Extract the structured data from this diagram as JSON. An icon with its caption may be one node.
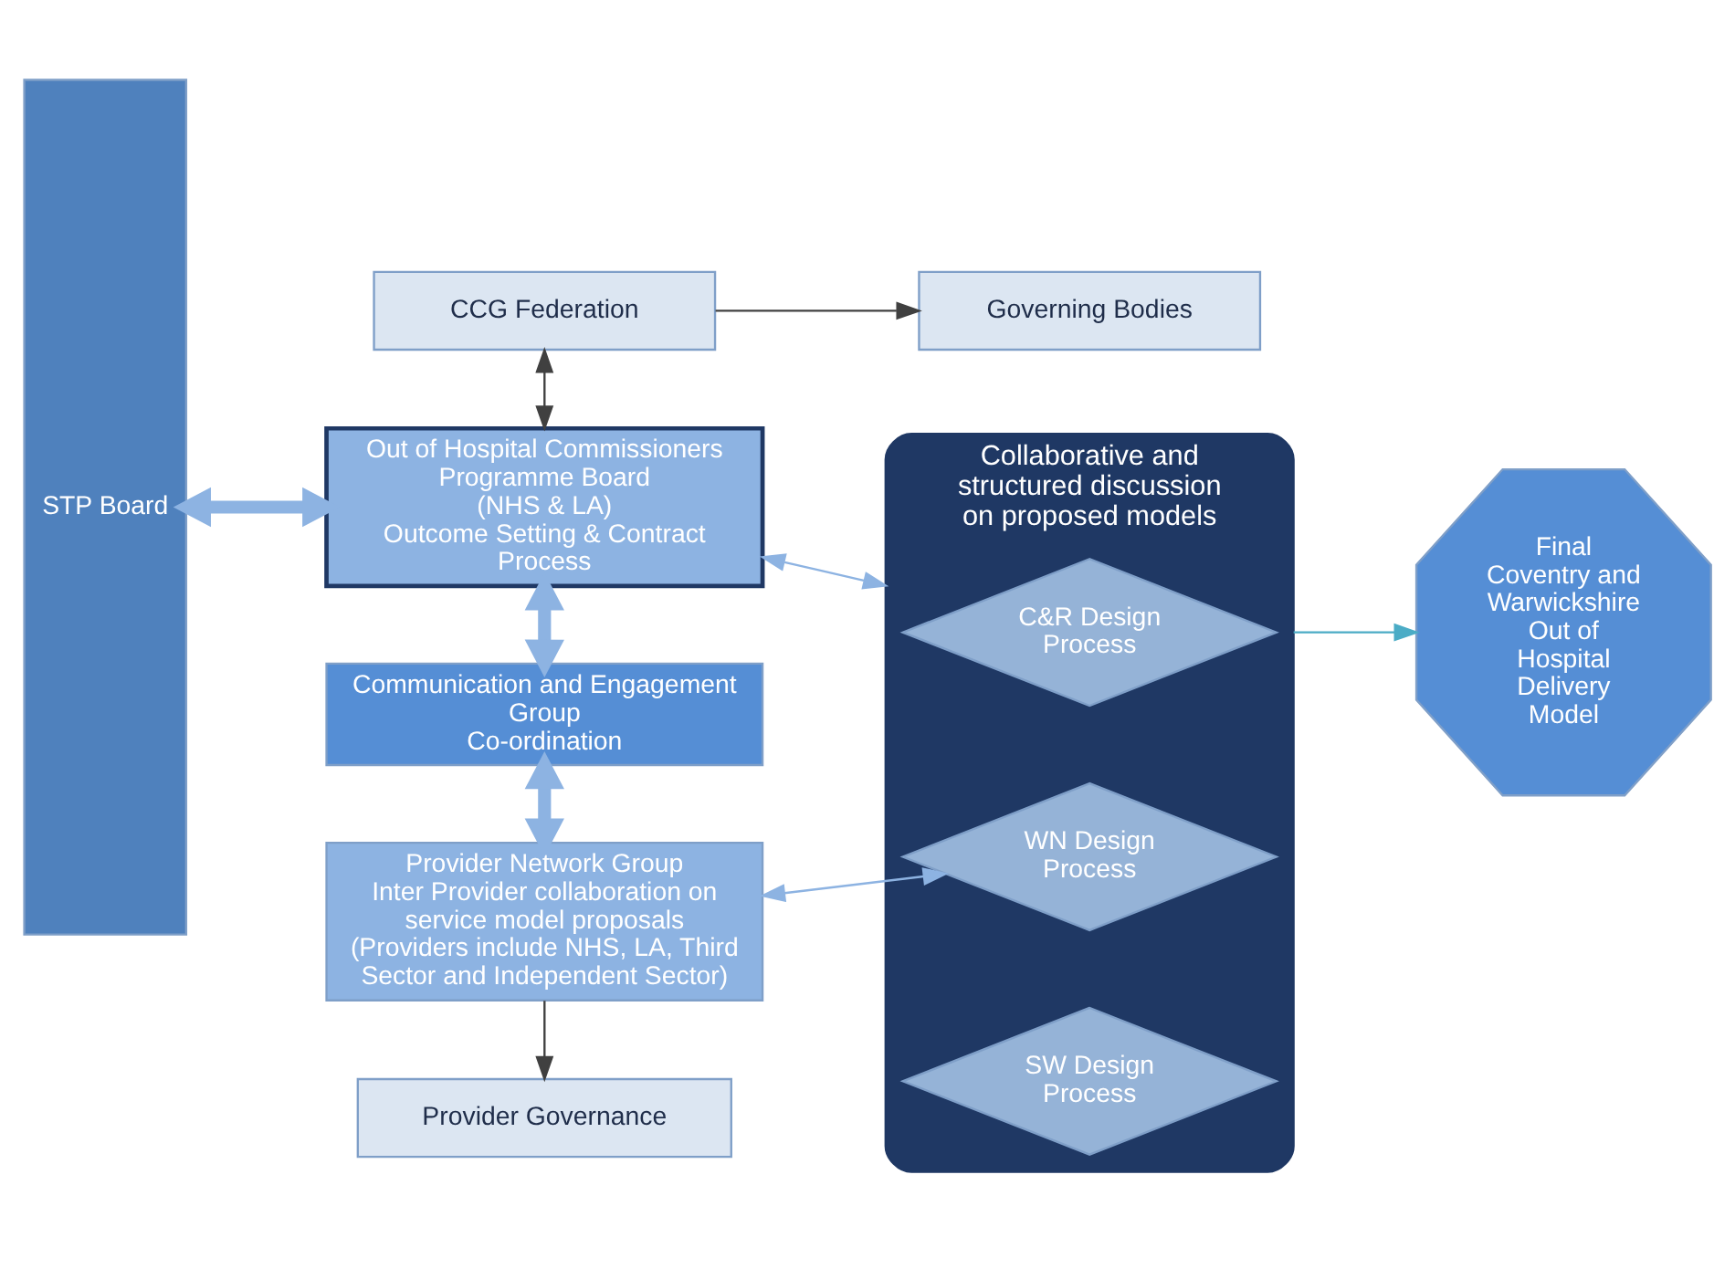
{
  "diagram": {
    "nodes": [
      {
        "text": [
          "STP Board"
        ]
      },
      {
        "text": [
          "CCG Federation"
        ]
      },
      {
        "text": [
          "Governing Bodies"
        ]
      },
      {
        "text": [
          "Out of Hospital Commissioners",
          "Programme Board",
          "(NHS & LA)",
          "Outcome Setting & Contract Process"
        ]
      },
      {
        "text": [
          "Communication and Engagement Group",
          "Co-ordination"
        ]
      },
      {
        "text": [
          "Provider Network Group",
          "Inter Provider collaboration on service model proposals",
          "(Providers include NHS, LA, Third Sector and Independent Sector)"
        ]
      },
      {
        "text": [
          "Provider Governance"
        ]
      },
      {
        "text": [
          "Collaborative and structured discussion on proposed models"
        ]
      },
      {
        "text": [
          "C&R Design Process"
        ],
        "in": 7
      },
      {
        "text": [
          "WN Design Process"
        ],
        "in": 7
      },
      {
        "text": [
          "SW Design Process"
        ],
        "in": 7
      },
      {
        "text": [
          "Final Coventry and Warwickshire Out of Hospital Delivery Model"
        ]
      }
    ],
    "edges": [
      {
        "from": 1,
        "to": 2,
        "arrow": "to",
        "color": "#404040"
      },
      {
        "from": 1,
        "to": 3,
        "arrow": "both",
        "color": "#404040"
      },
      {
        "from": 0,
        "to": 3,
        "arrow": "both",
        "style": "thick",
        "color": "#8db3e2"
      },
      {
        "from": 3,
        "to": 4,
        "arrow": "both",
        "style": "thick",
        "color": "#8db3e2"
      },
      {
        "from": 4,
        "to": 5,
        "arrow": "both",
        "style": "thick",
        "color": "#8db3e2"
      },
      {
        "from": 3,
        "to": 7,
        "arrow": "both",
        "color": "#8db3e2"
      },
      {
        "from": 5,
        "to": 9,
        "arrow": "both",
        "color": "#8db3e2"
      },
      {
        "from": 7,
        "to": 11,
        "arrow": "to",
        "color": "#4bacc6"
      },
      {
        "from": 5,
        "to": 6,
        "arrow": "to",
        "color": "#404040"
      }
    ]
  }
}
